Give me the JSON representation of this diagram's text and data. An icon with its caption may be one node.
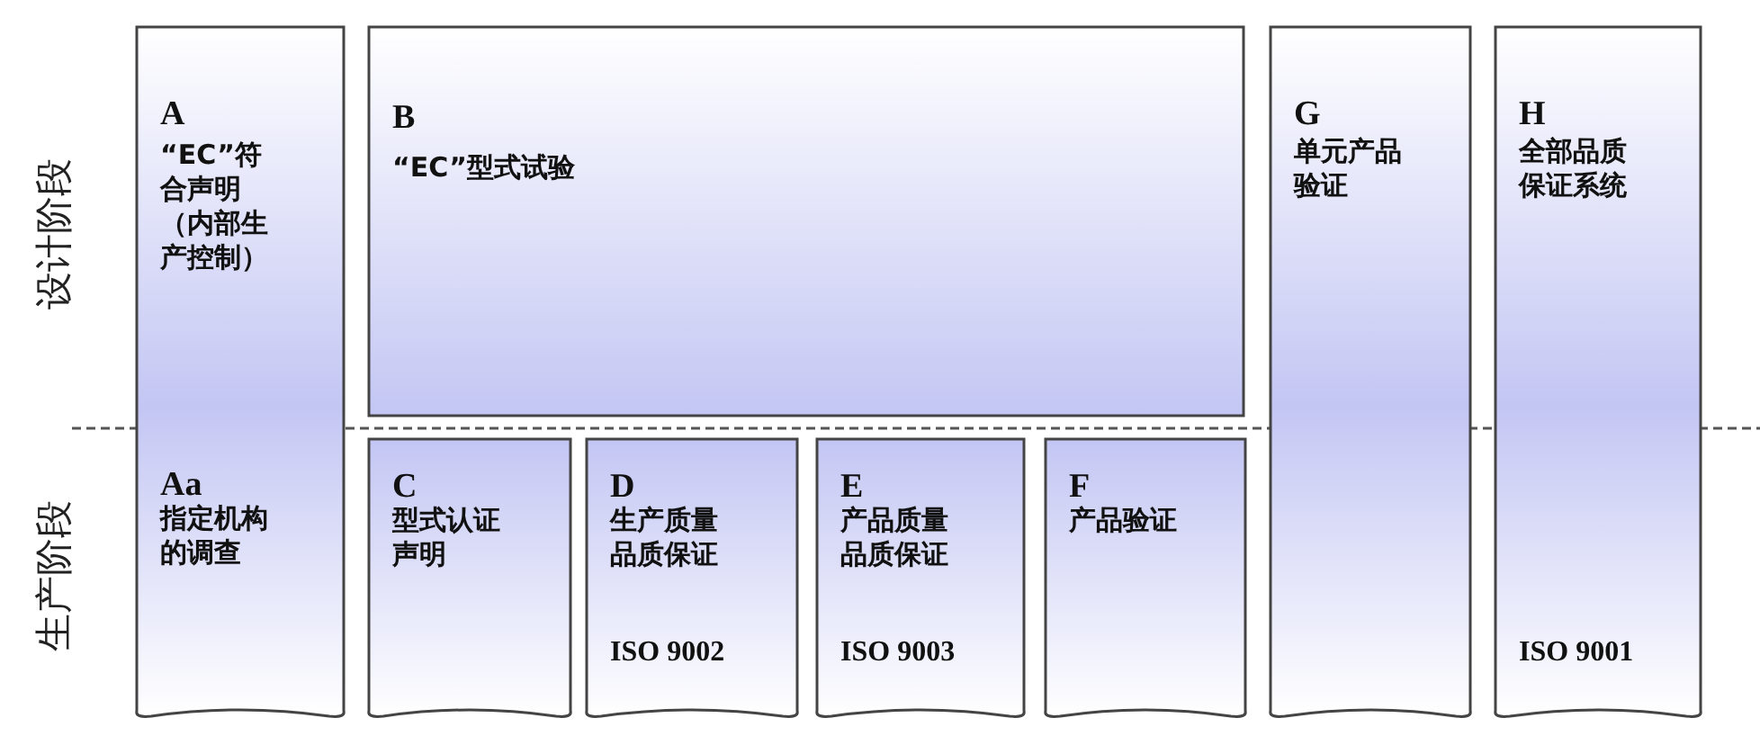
{
  "diagram": {
    "nodes": [
      {
        "text": [
          "A",
          "“EC”符合声明（内部生产控制）",
          "Aa",
          "指定机构的调查"
        ]
      },
      {
        "text": [
          "B",
          "“EC”型式试验"
        ]
      },
      {
        "text": [
          "C",
          "型式认证声明"
        ]
      },
      {
        "text": [
          "D",
          "生产质量品质保证",
          "ISO 9002"
        ]
      },
      {
        "text": [
          "E",
          "产品质量品质保证",
          "ISO 9003"
        ]
      },
      {
        "text": [
          "F",
          "产品验证"
        ]
      },
      {
        "text": [
          "G",
          "单元产品验证"
        ]
      },
      {
        "text": [
          "H",
          "全部品质保证系统",
          "ISO 9001"
        ]
      }
    ],
    "labels": [
      "设计阶段",
      "生产阶段"
    ]
  }
}
